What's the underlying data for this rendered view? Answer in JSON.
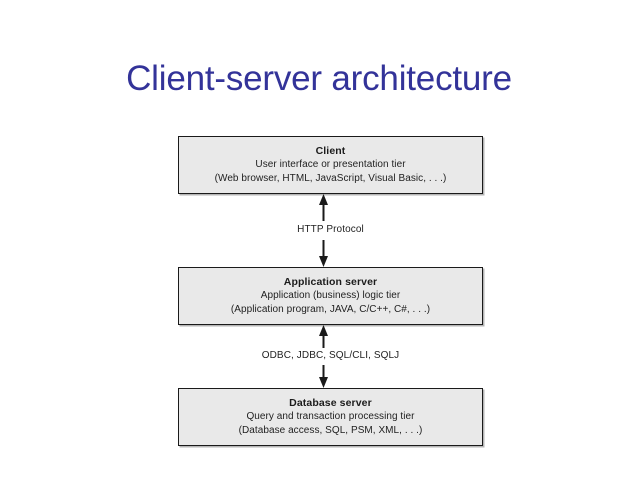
{
  "slide": {
    "title": "Client-server architecture",
    "title_color": "#333399",
    "background_color": "#ffffff"
  },
  "diagram": {
    "type": "layered-architecture",
    "box_fill_color": "#e9e9e9",
    "box_border_color": "#1a1a1a",
    "tiers": [
      {
        "id": "client",
        "title": "Client",
        "subtitle": "User interface or presentation tier",
        "detail": "(Web browser, HTML, JavaScript, Visual Basic, . . .)"
      },
      {
        "id": "application-server",
        "title": "Application server",
        "subtitle": "Application (business) logic tier",
        "detail": "(Application program, JAVA, C/C++, C#, . . .)"
      },
      {
        "id": "database-server",
        "title": "Database server",
        "subtitle": "Query and transaction processing tier",
        "detail": "(Database access, SQL, PSM, XML, . . .)"
      }
    ],
    "connectors": [
      {
        "id": "client-to-appserver",
        "label": "HTTP Protocol",
        "arrow": "double-headed-vertical"
      },
      {
        "id": "appserver-to-dbserver",
        "label": "ODBC, JDBC, SQL/CLI, SQLJ",
        "arrow": "double-headed-vertical"
      }
    ]
  }
}
